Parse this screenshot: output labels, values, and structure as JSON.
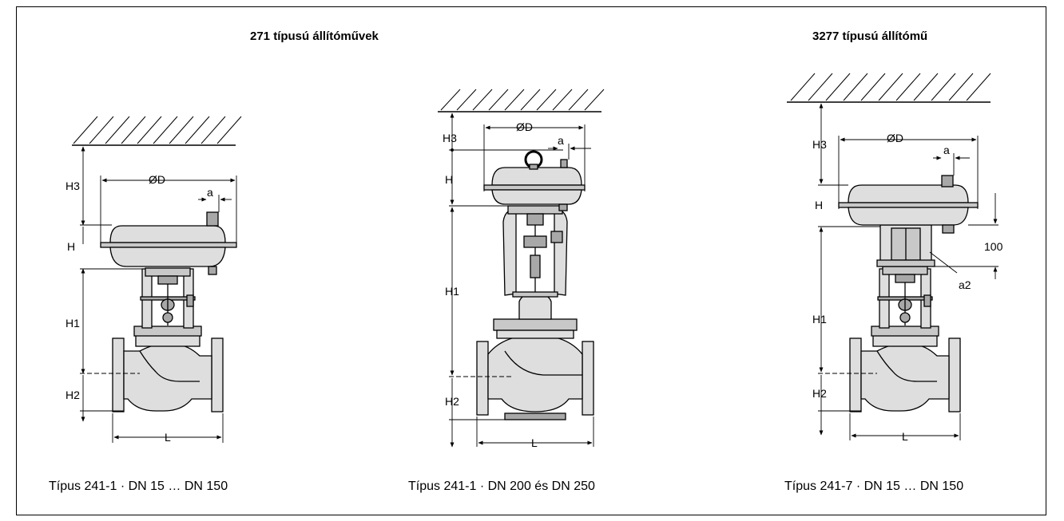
{
  "headings": {
    "left": "271 típusú állítóművek",
    "right": "3277 típusú állítómű"
  },
  "captions": {
    "c1": "Típus 241-1 · DN 15 … DN 150",
    "c2": "Típus 241-1 · DN 200 és DN 250",
    "c3": "Típus 241-7 · DN 15 … DN 150"
  },
  "dims": {
    "H3": "H3",
    "D": "ØD",
    "a": "a",
    "H": "H",
    "H1": "H1",
    "H2": "H2",
    "L": "L",
    "d100": "100",
    "a2": "a2"
  },
  "colors": {
    "body_fill": "#dedede",
    "dark_fill": "#a8a8a8",
    "line": "#000000"
  }
}
